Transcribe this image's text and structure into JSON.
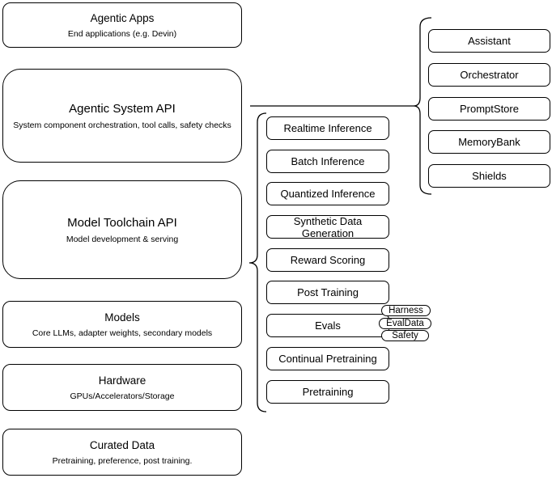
{
  "layers": [
    {
      "title": "Agentic Apps",
      "subtitle": "End applications (e.g. Devin)"
    },
    {
      "title": "Agentic System API",
      "subtitle": "System component orchestration, tool calls, safety checks"
    },
    {
      "title": "Model Toolchain API",
      "subtitle": "Model development & serving"
    },
    {
      "title": "Models",
      "subtitle": "Core LLMs, adapter weights, secondary models"
    },
    {
      "title": "Hardware",
      "subtitle": "GPUs/Accelerators/Storage"
    },
    {
      "title": "Curated Data",
      "subtitle": "Pretraining, preference, post training."
    }
  ],
  "toolchain": {
    "items": [
      "Realtime Inference",
      "Batch Inference",
      "Quantized Inference",
      "Synthetic Data Generation",
      "Reward Scoring",
      "Post Training",
      "Evals",
      "Continual Pretraining",
      "Pretraining"
    ],
    "eval_tags": [
      "Harness",
      "EvalData",
      "Safety"
    ]
  },
  "system_components": {
    "items": [
      "Assistant",
      "Orchestrator",
      "PromptStore",
      "MemoryBank",
      "Shields"
    ]
  },
  "colors": {
    "stroke": "#000000",
    "fill": "#ffffff",
    "text": "#000000"
  }
}
